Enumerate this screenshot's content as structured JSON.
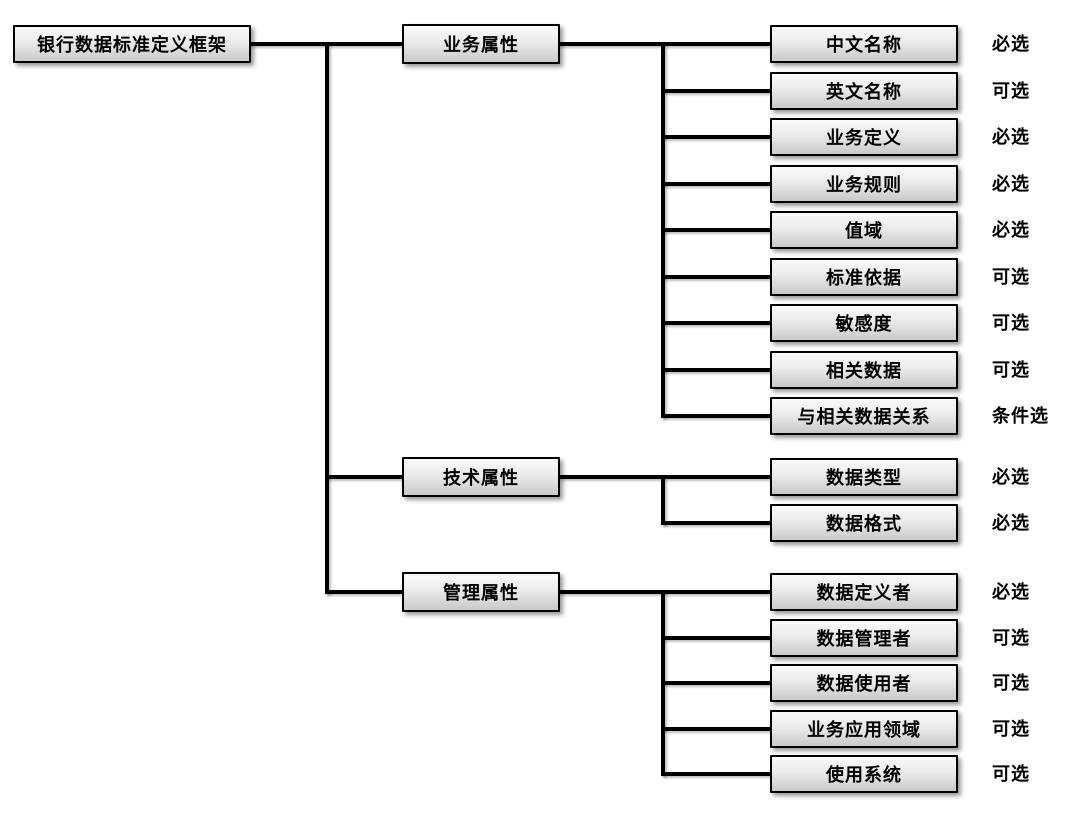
{
  "diagram": {
    "title": "银行数据标准定义框架",
    "root": {
      "label": "银行数据标准定义框架"
    },
    "requirement_levels": [
      "必选",
      "可选",
      "条件选"
    ],
    "groups": [
      {
        "label": "业务属性",
        "children": [
          {
            "label": "中文名称",
            "requirement": "必选"
          },
          {
            "label": "英文名称",
            "requirement": "可选"
          },
          {
            "label": "业务定义",
            "requirement": "必选"
          },
          {
            "label": "业务规则",
            "requirement": "必选"
          },
          {
            "label": "值域",
            "requirement": "必选"
          },
          {
            "label": "标准依据",
            "requirement": "可选"
          },
          {
            "label": "敏感度",
            "requirement": "可选"
          },
          {
            "label": "相关数据",
            "requirement": "可选"
          },
          {
            "label": "与相关数据关系",
            "requirement": "条件选"
          }
        ]
      },
      {
        "label": "技术属性",
        "children": [
          {
            "label": "数据类型",
            "requirement": "必选"
          },
          {
            "label": "数据格式",
            "requirement": "必选"
          }
        ]
      },
      {
        "label": "管理属性",
        "children": [
          {
            "label": "数据定义者",
            "requirement": "必选"
          },
          {
            "label": "数据管理者",
            "requirement": "可选"
          },
          {
            "label": "数据使用者",
            "requirement": "可选"
          },
          {
            "label": "业务应用领域",
            "requirement": "可选"
          },
          {
            "label": "使用系统",
            "requirement": "可选"
          }
        ]
      }
    ],
    "colors": {
      "background": "#ffffff",
      "box_border": "#000000",
      "box_fill_top": "#fafafa",
      "box_fill_bottom": "#c9c9c9",
      "line": "#000000",
      "text": "#000000"
    }
  }
}
